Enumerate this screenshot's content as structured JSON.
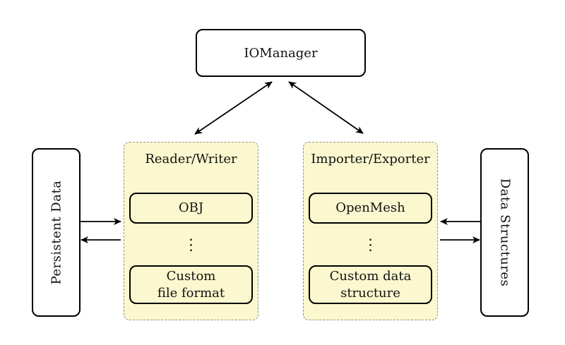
{
  "diagram": {
    "iomanager_label": "IOManager",
    "persistent_data_label": "Persistent Data",
    "data_structures_label": "Data Structures",
    "reader_writer": {
      "title": "Reader/Writer",
      "top_item": "OBJ",
      "ellipsis": "⋮",
      "bottom_item": "Custom\nfile format"
    },
    "importer_exporter": {
      "title": "Importer/Exporter",
      "top_item": "OpenMesh",
      "ellipsis": "⋮",
      "bottom_item": "Custom data\nstructure"
    },
    "colors": {
      "group_fill": "#FBF8CF",
      "group_border": "#909090",
      "node_border": "#000000",
      "node_fill": "#FFFFFF",
      "arrow": "#000000"
    }
  }
}
